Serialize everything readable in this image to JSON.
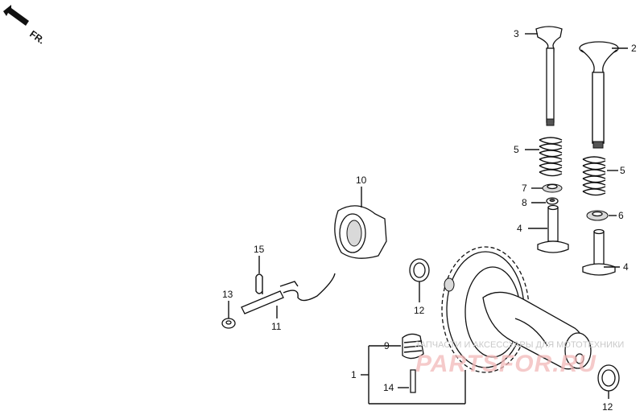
{
  "direction": {
    "label": "FR."
  },
  "callouts": [
    {
      "id": "c3",
      "text": "3"
    },
    {
      "id": "c2",
      "text": "2"
    },
    {
      "id": "c5a",
      "text": "5"
    },
    {
      "id": "c5b",
      "text": "5"
    },
    {
      "id": "c7",
      "text": "7"
    },
    {
      "id": "c8",
      "text": "8"
    },
    {
      "id": "c6",
      "text": "6"
    },
    {
      "id": "c4a",
      "text": "4"
    },
    {
      "id": "c4b",
      "text": "4"
    },
    {
      "id": "c10",
      "text": "10"
    },
    {
      "id": "c15",
      "text": "15"
    },
    {
      "id": "c13",
      "text": "13"
    },
    {
      "id": "c11",
      "text": "11"
    },
    {
      "id": "c12a",
      "text": "12"
    },
    {
      "id": "c12b",
      "text": "12"
    },
    {
      "id": "c9",
      "text": "9"
    },
    {
      "id": "c1",
      "text": "1"
    },
    {
      "id": "c14",
      "text": "14"
    }
  ],
  "watermark": {
    "caption": "ЗАПЧАСТИ И АКСЕССУАРЫ ДЛЯ МОТОТЕХНИКИ",
    "logo": "PARTSFOR.RU"
  }
}
